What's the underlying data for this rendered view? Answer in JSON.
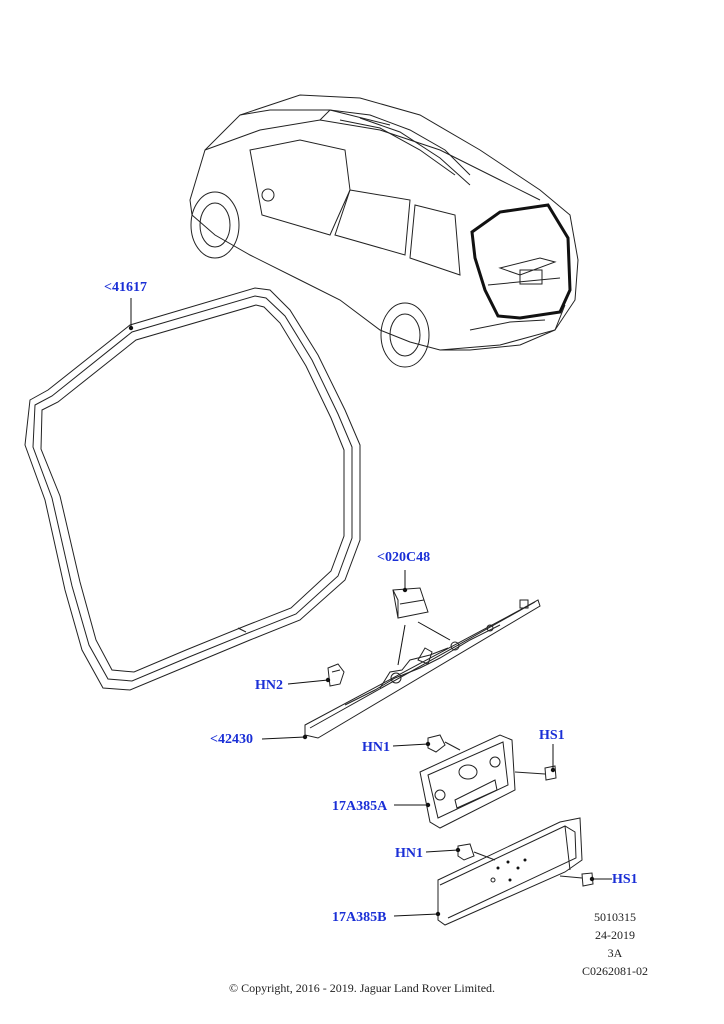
{
  "callouts": {
    "seal": "<41617",
    "hmsl": "<020C48",
    "hn2": "HN2",
    "spoiler": "<42430",
    "hn1_upper": "HN1",
    "hs1_upper": "HS1",
    "plate_upper": "17A385A",
    "hn1_lower": "HN1",
    "hs1_lower": "HS1",
    "plate_lower": "17A385B"
  },
  "meta": {
    "code": "5010315",
    "date": "24-2019",
    "rev": "3A",
    "ref": "C0262081-02"
  },
  "copyright": "© Copyright, 2016 - 2019. Jaguar Land Rover Limited."
}
